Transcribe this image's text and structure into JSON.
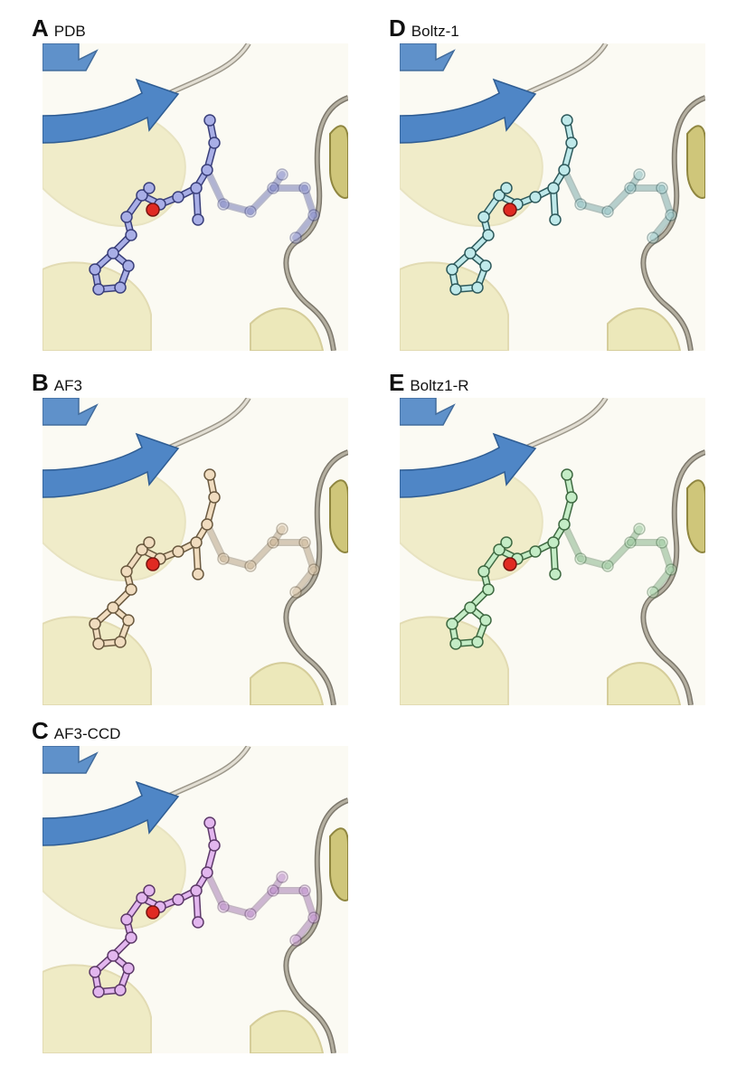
{
  "panels": [
    {
      "id": "pdb",
      "letter": "A",
      "label": "PDB",
      "ligand_color": "#a8aee6",
      "ligand_stroke": "#3a3f7a"
    },
    {
      "id": "boltz1",
      "letter": "D",
      "label": "Boltz-1",
      "ligand_color": "#bfe9ea",
      "ligand_stroke": "#2e5a5c"
    },
    {
      "id": "af3",
      "letter": "B",
      "label": "AF3",
      "ligand_color": "#f0dcbf",
      "ligand_stroke": "#6b5a40"
    },
    {
      "id": "boltz1r",
      "letter": "E",
      "label": "Boltz1-R",
      "ligand_color": "#c4ecc6",
      "ligand_stroke": "#3f6a42"
    },
    {
      "id": "af3ccd",
      "letter": "C",
      "label": "AF3-CCD",
      "ligand_color": "#e2b6ee",
      "ligand_stroke": "#5e3a6a"
    }
  ],
  "colors": {
    "beta_strand": "#4f86c6",
    "helix": "#e8e2a8",
    "helix_dark": "#cfc67a",
    "loop": "#b4afa0",
    "oxygen": "#e02a22"
  }
}
